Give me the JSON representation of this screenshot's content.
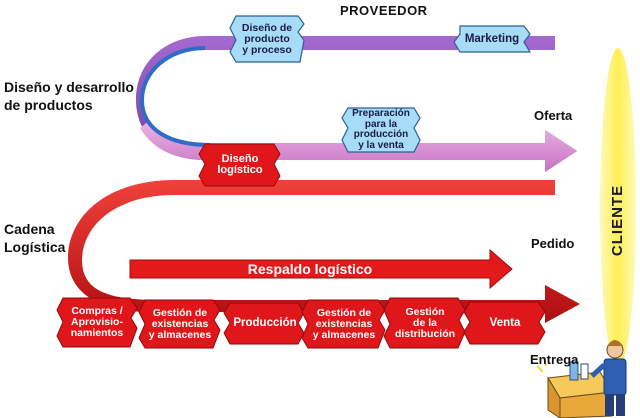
{
  "labels": {
    "proveedor": "PROVEEDOR",
    "diseno": "Diseño y desarrollo\nde productos",
    "oferta": "Oferta",
    "cadena": "Cadena\nLogística",
    "pedido": "Pedido",
    "entrega": "Entrega",
    "cliente": "CLIENTE"
  },
  "blue_tags": [
    "Diseño de\nproducto\ny proceso",
    "Marketing",
    "Preparación\npara la\nproducción\ny la venta"
  ],
  "red_tags": {
    "diseno_logistico": "Diseño\nlogístico"
  },
  "respaldo": "Respaldo logístico",
  "chain_steps": [
    "Compras /\nAprovisio-\nnamientos",
    "Gestión de\nexistencias\ny almacenes",
    "Producción",
    "Gestión de\nexistencias\ny almacenes",
    "Gestión\nde la\ndistribución",
    "Venta"
  ],
  "colors": {
    "purple": "#8d52b5",
    "purple_dark": "#5a2f82",
    "pink": "#d98cd4",
    "blue": "#2e6cc7",
    "tag_fill": "#a6dcf5",
    "tag_stroke": "#2b5f98",
    "red": "#e0171a",
    "red_dark": "#9c0c0e",
    "red_light": "#f25a4d",
    "chain_red": "#d21a1c",
    "yellow": "#fff07a"
  },
  "icons": [
    "delivery-box-icon",
    "person-icon"
  ]
}
